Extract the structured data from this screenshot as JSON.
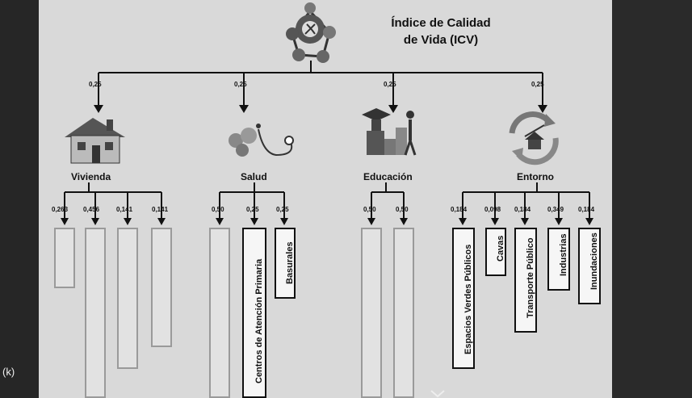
{
  "title_line1": "Índice de Calidad",
  "title_line2": "de Vida (ICV)",
  "categories": [
    {
      "name": "Vivienda",
      "weight": "0,25"
    },
    {
      "name": "Salud",
      "weight": "0,25"
    },
    {
      "name": "Educación",
      "weight": "0,25"
    },
    {
      "name": "Entorno",
      "weight": "0,25"
    }
  ],
  "vivienda_weights": [
    "0,263",
    "0,456",
    "0,141",
    "0,141"
  ],
  "salud_weights": [
    "0,50",
    "0,25",
    "0,25"
  ],
  "educacion_weights": [
    "0,50",
    "0,50"
  ],
  "entorno_weights": [
    "0,184",
    "0,098",
    "0,184",
    "0,349",
    "0,184"
  ],
  "indicators": {
    "salud": [
      "Centros de Atención Primaria",
      "Basurales"
    ],
    "entorno": [
      "Espacios Verdes Públicos",
      "Cavas",
      "Transporte Público",
      "Industrias",
      "Inundaciones"
    ]
  },
  "corner_label": "(k)",
  "colors": {
    "slide": "#d9d9d9",
    "ink": "#111111"
  }
}
